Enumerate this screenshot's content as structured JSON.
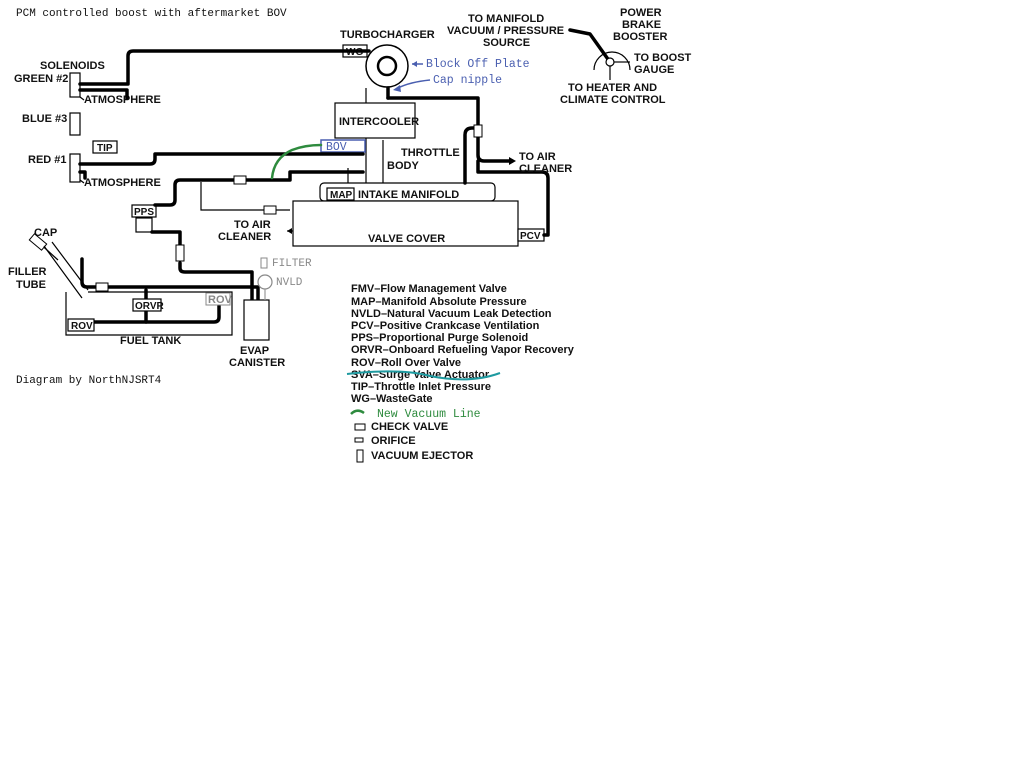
{
  "title": "PCM controlled boost with aftermarket BOV",
  "credit": "Diagram by NorthNJSRT4",
  "components": {
    "turbocharger": "TURBOCHARGER",
    "wastegate_tag": "WG",
    "solenoids": "SOLENOIDS",
    "green_solenoid": "GREEN #2",
    "blue_solenoid": "BLUE #3",
    "red_solenoid": "RED #1",
    "atmosphere_top": "ATMOSPHERE",
    "atmosphere_bottom": "ATMOSPHERE",
    "tip_tag": "TIP",
    "intercooler": "INTERCOOLER",
    "bov_tag": "BOV",
    "throttle_body_1": "THROTTLE",
    "throttle_body_2": "BODY",
    "map_tag": "MAP",
    "intake_manifold": "INTAKE MANIFOLD",
    "valve_cover": "VALVE COVER",
    "pcv_tag": "PCV",
    "pps_tag": "PPS",
    "to_air_cleaner_left_1": "TO AIR",
    "to_air_cleaner_left_2": "CLEANER",
    "to_air_cleaner_right_1": "TO AIR",
    "to_air_cleaner_right_2": "CLEANER",
    "manifold_source_1": "TO MANIFOLD",
    "manifold_source_2": "VACUUM / PRESSURE",
    "manifold_source_3": "SOURCE",
    "brake_booster_1": "POWER",
    "brake_booster_2": "BRAKE",
    "brake_booster_3": "BOOSTER",
    "boost_gauge_1": "TO BOOST",
    "boost_gauge_2": "GAUGE",
    "heater_1": "TO HEATER AND",
    "heater_2": "CLIMATE CONTROL",
    "cap": "CAP",
    "filler_tube_1": "FILLER",
    "filler_tube_2": "TUBE",
    "orvr_tag": "ORVR",
    "rov_tag_left": "ROV",
    "rov_tag_right": "ROV",
    "fuel_tank": "FUEL TANK",
    "evap_canister_1": "EVAP",
    "evap_canister_2": "CANISTER",
    "filter": "FILTER",
    "nvld": "NVLD"
  },
  "annotations": {
    "block_off_plate": "Block Off Plate",
    "cap_nipple": "Cap nipple",
    "new_vacuum_line": "New Vacuum Line"
  },
  "legend": [
    "FMV–Flow Management Valve",
    "MAP–Manifold Absolute Pressure",
    "NVLD–Natural Vacuum Leak Detection",
    "PCV–Positive Crankcase Ventilation",
    "PPS–Proportional Purge Solenoid",
    "ORVR–Onboard Refueling Vapor Recovery",
    "ROV–Roll Over Valve",
    "SVA–Surge Valve Actuator",
    "TIP–Throttle Inlet Pressure",
    "WG–WasteGate"
  ],
  "symbol_legend": {
    "check_valve": "CHECK VALVE",
    "orifice": "ORIFICE",
    "vacuum_ejector": "VACUUM EJECTOR"
  },
  "colors": {
    "annotation_blue": "#4a5fb0",
    "new_line_green": "#2e8b3e",
    "strike_teal": "#1e9aa0"
  }
}
